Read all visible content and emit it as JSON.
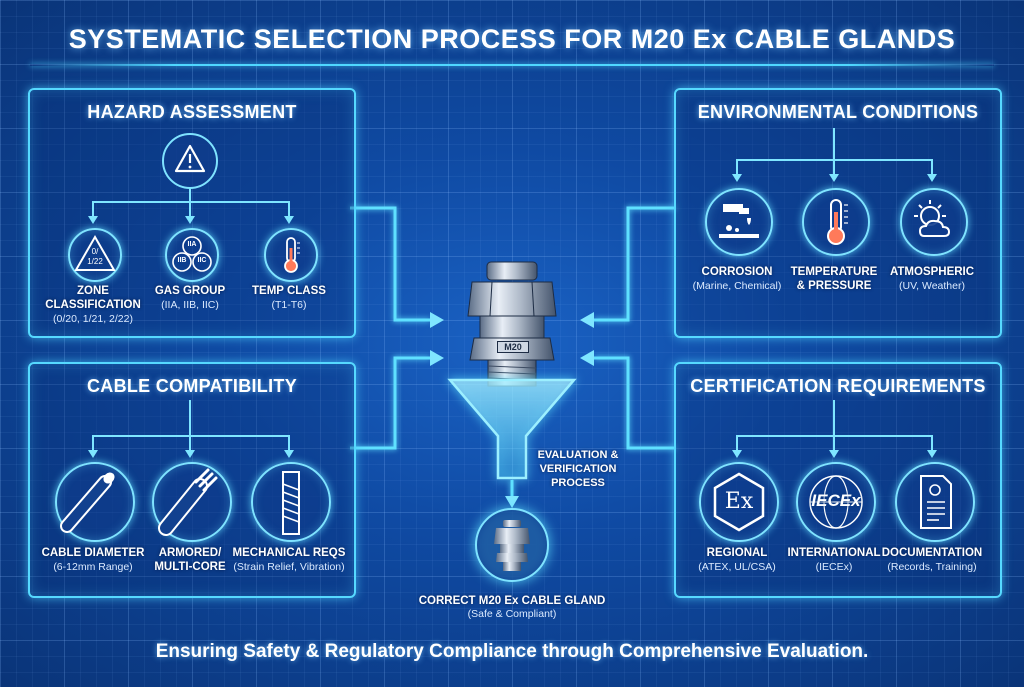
{
  "title": "SYSTEMATIC SELECTION PROCESS FOR M20 Ex CABLE GLANDS",
  "footer": "Ensuring Safety & Regulatory Compliance through Comprehensive Evaluation.",
  "colors": {
    "accent": "#56d9ff",
    "background": "#0f4aa3"
  },
  "hazard": {
    "title": "HAZARD ASSESSMENT",
    "zone_icon_top": "0/",
    "zone_icon_bottom": "1/22",
    "items": [
      {
        "label_1": "ZONE",
        "label_2": "CLASSIFICATION",
        "sub": "(0/20, 1/21, 2/22)",
        "icon": "zone-triangle-icon"
      },
      {
        "label_1": "GAS GROUP",
        "label_2": "",
        "sub": "(IIA, IIB, IIC)",
        "icon": "gas-group-icon"
      },
      {
        "label_1": "TEMP CLASS",
        "label_2": "",
        "sub": "(T1-T6)",
        "icon": "thermometer-icon"
      }
    ],
    "gas_labels": [
      "IIA",
      "IIB",
      "IIC"
    ]
  },
  "environment": {
    "title": "ENVIRONMENTAL CONDITIONS",
    "items": [
      {
        "label_1": "CORROSION",
        "label_2": "",
        "sub": "(Marine, Chemical)",
        "icon": "corrosion-icon"
      },
      {
        "label_1": "TEMPERATURE",
        "label_2": "& PRESSURE",
        "sub": "",
        "icon": "thermometer-icon"
      },
      {
        "label_1": "ATMOSPHERIC",
        "label_2": "",
        "sub": "(UV, Weather)",
        "icon": "sun-cloud-icon"
      }
    ]
  },
  "cable": {
    "title": "CABLE COMPATIBILITY",
    "items": [
      {
        "label_1": "CABLE DIAMETER",
        "label_2": "",
        "sub": "(6-12mm Range)",
        "icon": "cable-icon"
      },
      {
        "label_1": "ARMORED/",
        "label_2": "MULTI-CORE",
        "sub": "",
        "icon": "multicore-cable-icon"
      },
      {
        "label_1": "MECHANICAL REQS",
        "label_2": "",
        "sub": "(Strain Relief, Vibration)",
        "icon": "strain-relief-icon"
      }
    ]
  },
  "certification": {
    "title": "CERTIFICATION REQUIREMENTS",
    "ex_mark": "Ex",
    "iecex_mark": "IECEx",
    "items": [
      {
        "label_1": "REGIONAL",
        "label_2": "",
        "sub": "(ATEX, UL/CSA)",
        "icon": "ex-mark-icon"
      },
      {
        "label_1": "INTERNATIONAL",
        "label_2": "",
        "sub": "(IECEx)",
        "icon": "iecex-globe-icon"
      },
      {
        "label_1": "DOCUMENTATION",
        "label_2": "",
        "sub": "(Records, Training)",
        "icon": "document-icon"
      }
    ]
  },
  "center": {
    "gland_marking": "M20",
    "process_1": "EVALUATION &",
    "process_2": "VERIFICATION",
    "process_3": "PROCESS",
    "result_1": "CORRECT M20 Ex CABLE GLAND",
    "result_2": "(Safe & Compliant)"
  }
}
